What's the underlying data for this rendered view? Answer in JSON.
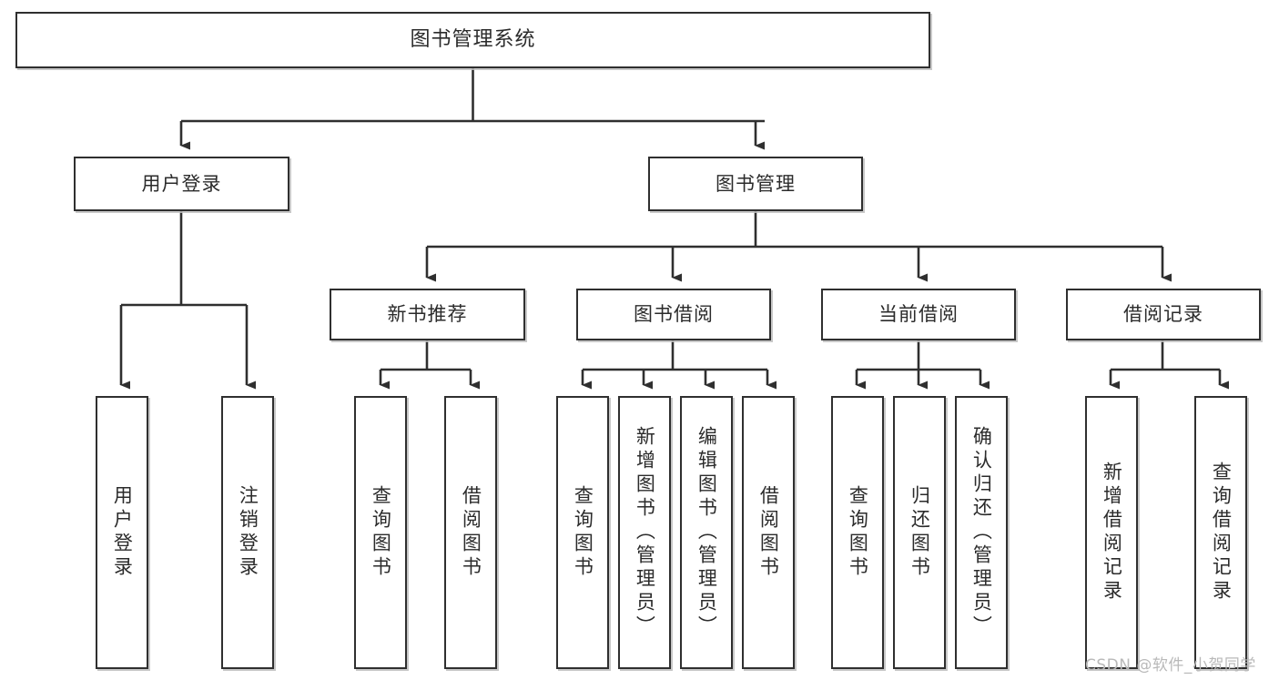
{
  "diagram": {
    "title": "图书管理系统",
    "type": "tree-hierarchy",
    "background": "#ffffff",
    "line_color": "#2f2f2f",
    "text_color": "#2b2b2b"
  },
  "nodes": {
    "root": {
      "label": "图书管理系统"
    },
    "level2": [
      {
        "id": "user-login",
        "label": "用户登录"
      },
      {
        "id": "book-manage",
        "label": "图书管理"
      }
    ],
    "level3": [
      {
        "id": "new-book-rec",
        "label": "新书推荐"
      },
      {
        "id": "book-borrow",
        "label": "图书借阅"
      },
      {
        "id": "current-borrow",
        "label": "当前借阅"
      },
      {
        "id": "borrow-record",
        "label": "借阅记录"
      }
    ],
    "leaves": {
      "user_login": [
        {
          "id": "leaf-user-login",
          "label": "用户登录"
        },
        {
          "id": "leaf-logout",
          "label": "注销登录"
        }
      ],
      "new_book_rec": [
        {
          "id": "leaf-query-book-1",
          "label": "查询图书"
        },
        {
          "id": "leaf-borrow-book-1",
          "label": "借阅图书"
        }
      ],
      "book_borrow": [
        {
          "id": "leaf-query-book-2",
          "label": "查询图书"
        },
        {
          "id": "leaf-add-book",
          "label": "新增图书（管理员）"
        },
        {
          "id": "leaf-edit-book",
          "label": "编辑图书（管理员）"
        },
        {
          "id": "leaf-borrow-book-2",
          "label": "借阅图书"
        }
      ],
      "current_borrow": [
        {
          "id": "leaf-query-book-3",
          "label": "查询图书"
        },
        {
          "id": "leaf-return-book",
          "label": "归还图书"
        },
        {
          "id": "leaf-confirm-return",
          "label": "确认归还（管理员）"
        }
      ],
      "borrow_record": [
        {
          "id": "leaf-add-record",
          "label": "新增借阅记录"
        },
        {
          "id": "leaf-query-record",
          "label": "查询借阅记录"
        }
      ]
    }
  },
  "watermark": {
    "text": "CSDN @软件_小贺同学"
  }
}
